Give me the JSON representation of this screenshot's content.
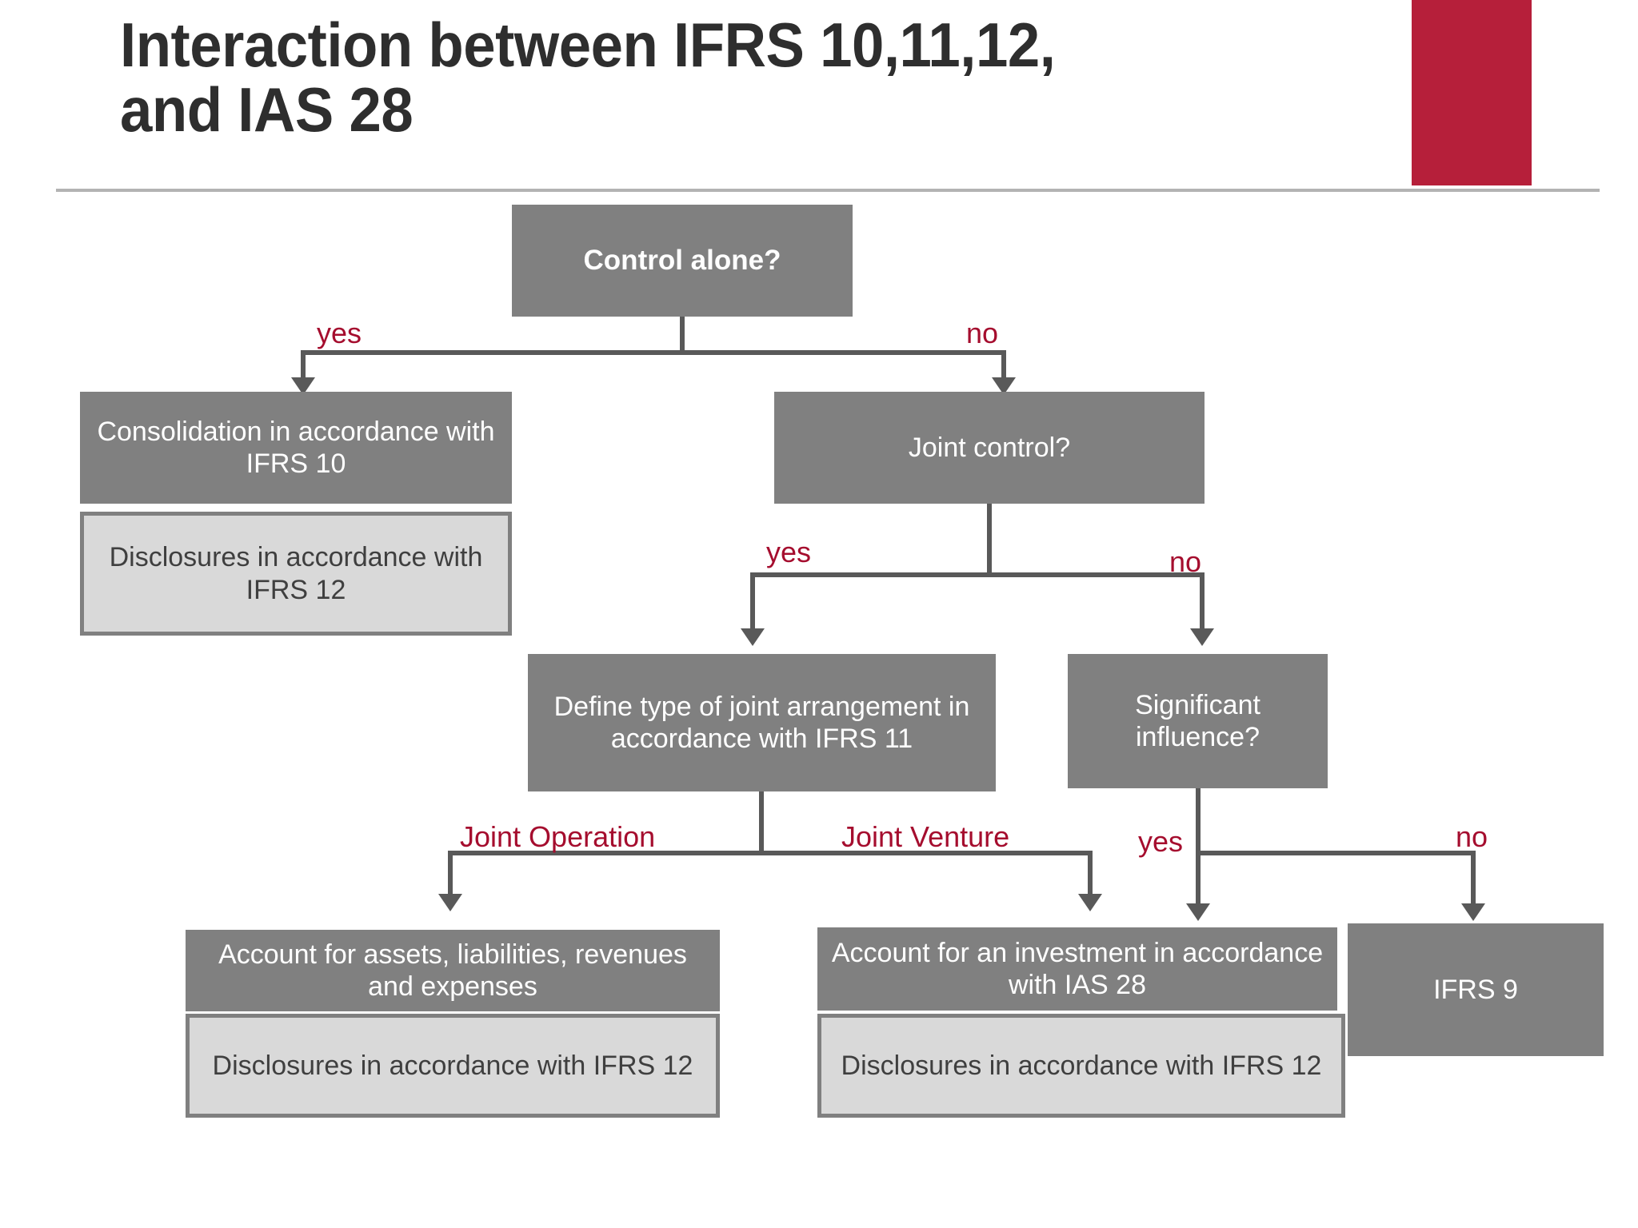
{
  "slide": {
    "title": "Interaction between IFRS 10,11,12,\nand IAS 28",
    "accent_color": "#b61f3a",
    "node_fill": "#808080",
    "node_text": "#ffffff",
    "disclosure_fill": "#d9d9d9",
    "disclosure_text": "#3f3f3f",
    "edge_label_color": "#a50d2e",
    "connector_color": "#595959",
    "rule_color": "#b3b3b3"
  },
  "nodes": {
    "control_alone": "Control alone?",
    "consolidation_ifrs10": "Consolidation in accordance with IFRS 10",
    "disclosure_ifrs12_left": "Disclosures in accordance with IFRS 12",
    "joint_control": "Joint control?",
    "define_joint_arrangement": "Define type of joint arrangement in accordance with IFRS 11",
    "significant_influence": "Significant influence?",
    "account_assets": "Account for assets, liabilities, revenues and expenses",
    "disclosure_ifrs12_jo": "Disclosures in accordance with IFRS 12",
    "account_investment_ias28": "Account for an investment in accordance with IAS 28",
    "disclosure_ifrs12_jv": "Disclosures in accordance with IFRS 12",
    "ifrs9": "IFRS 9"
  },
  "edge_labels": {
    "control_yes": "yes",
    "control_no": "no",
    "joint_control_yes": "yes",
    "joint_control_no": "no",
    "joint_operation": "Joint Operation",
    "joint_venture": "Joint Venture",
    "significant_yes": "yes",
    "significant_no": "no"
  },
  "chart_data": {
    "type": "diagram",
    "title": "Interaction between IFRS 10,11,12, and IAS 28",
    "diagram_kind": "decision-flowchart",
    "decisions": [
      {
        "id": "control_alone",
        "question": "Control alone?",
        "branches": [
          {
            "label": "yes",
            "target": "consolidation_ifrs10"
          },
          {
            "label": "no",
            "target": "joint_control"
          }
        ]
      },
      {
        "id": "joint_control",
        "question": "Joint control?",
        "branches": [
          {
            "label": "yes",
            "target": "define_joint_arrangement"
          },
          {
            "label": "no",
            "target": "significant_influence"
          }
        ]
      },
      {
        "id": "define_joint_arrangement",
        "question": "Define type of joint arrangement in accordance with IFRS 11",
        "branches": [
          {
            "label": "Joint Operation",
            "target": "account_assets"
          },
          {
            "label": "Joint Venture",
            "target": "account_investment_ias28"
          }
        ]
      },
      {
        "id": "significant_influence",
        "question": "Significant influence?",
        "branches": [
          {
            "label": "yes",
            "target": "account_investment_ias28"
          },
          {
            "label": "no",
            "target": "ifrs9"
          }
        ]
      }
    ],
    "outcomes": [
      {
        "id": "consolidation_ifrs10",
        "text": "Consolidation in accordance with IFRS 10",
        "disclosure": "Disclosures in accordance with IFRS 12"
      },
      {
        "id": "account_assets",
        "text": "Account for assets, liabilities, revenues and expenses",
        "disclosure": "Disclosures in accordance with IFRS 12"
      },
      {
        "id": "account_investment_ias28",
        "text": "Account for an investment in accordance with IAS 28",
        "disclosure": "Disclosures in accordance with IFRS 12"
      },
      {
        "id": "ifrs9",
        "text": "IFRS 9",
        "disclosure": null
      }
    ]
  }
}
